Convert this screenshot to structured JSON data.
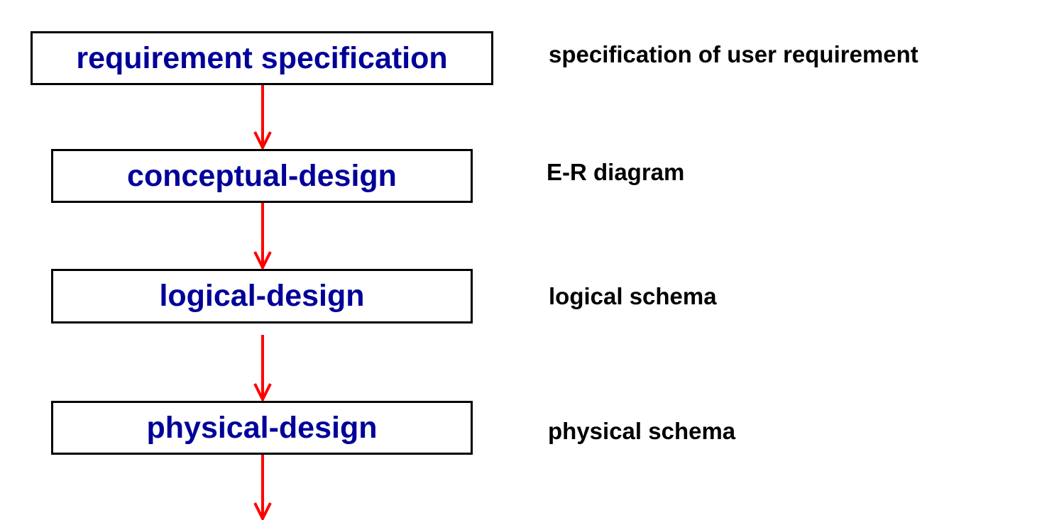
{
  "colors": {
    "stage_text": "#000099",
    "arrow": "#ff0000",
    "box_border": "#000000",
    "label_text": "#000000"
  },
  "stages": [
    {
      "label": "requirement specification",
      "output": "specification of user requirement"
    },
    {
      "label": "conceptual-design",
      "output": "E-R diagram"
    },
    {
      "label": "logical-design",
      "output": "logical schema"
    },
    {
      "label": "physical-design",
      "output": "physical schema"
    }
  ]
}
